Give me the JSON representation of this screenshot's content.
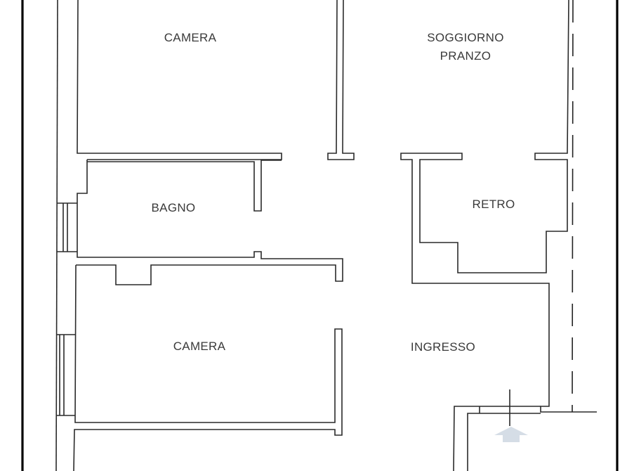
{
  "plan": {
    "rooms": [
      {
        "id": "camera-1",
        "label": "CAMERA"
      },
      {
        "id": "soggiorno",
        "label": "SOGGIORNO\nPRANZO"
      },
      {
        "id": "bagno",
        "label": "BAGNO"
      },
      {
        "id": "retro",
        "label": "RETRO"
      },
      {
        "id": "camera-2",
        "label": "CAMERA"
      },
      {
        "id": "ingresso",
        "label": "INGRESSO"
      }
    ],
    "colors": {
      "wall": "#2a2a2a",
      "outer_boundary": "#000000",
      "label": "#3a3a3a",
      "background": "#ffffff"
    },
    "icons": [
      "entrance-arrow-icon"
    ]
  }
}
